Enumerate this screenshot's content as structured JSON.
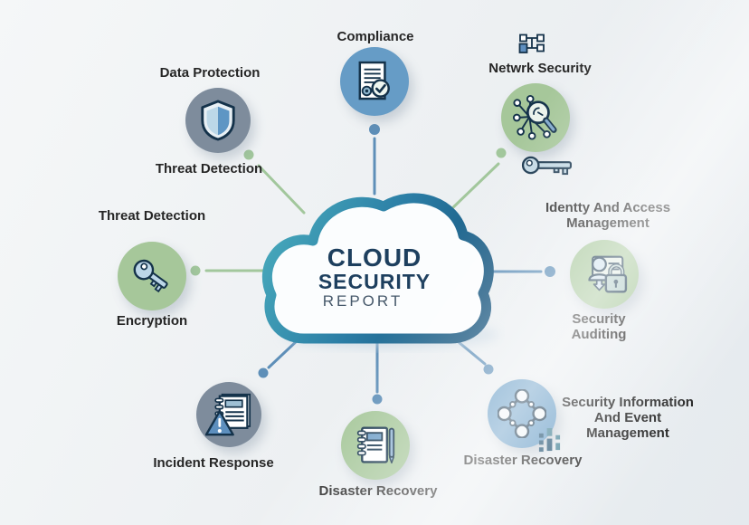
{
  "colors": {
    "background": "#eef1f3",
    "circle_green": "#a6c79a",
    "circle_blue": "#669cc6",
    "circle_gray": "#7e8c9c",
    "line_green": "#a2c79c",
    "line_blue": "#5e8fb8",
    "cloud_outline_teal": "#45a6ba",
    "cloud_outline_navy": "#17557e",
    "icon_outline_navy": "#14324a",
    "label_text": "#262626",
    "cloud_title_text": "#1d3f5e"
  },
  "cloud": {
    "line1": "CLOUD",
    "line2": "SECURITY",
    "line3": "REPORT"
  },
  "nodes": {
    "compliance": {
      "label": "Compliance"
    },
    "network_security": {
      "label": "Netwrk Security"
    },
    "data_protection": {
      "label": "Data Protection",
      "sublabel": "Threat Detection"
    },
    "encryption": {
      "label": "Threat Detection",
      "sublabel": "Encryption"
    },
    "iam": {
      "label1": "Identty And Access",
      "label2": "Management",
      "sublabel1": "Security",
      "sublabel2": "Auditing"
    },
    "incident_response": {
      "label": "Incident Response"
    },
    "disaster_recovery": {
      "label": "Disaster Recovery"
    },
    "siem": {
      "label1": "Security Information",
      "label2": "And Event",
      "label3": "Management",
      "sublabel": "Disaster Recovery"
    }
  }
}
